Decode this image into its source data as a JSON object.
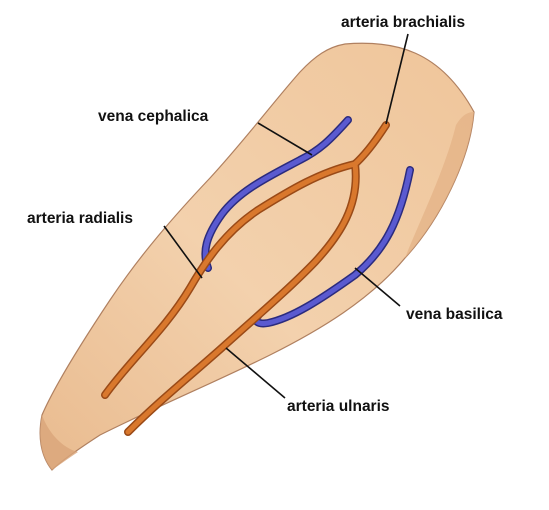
{
  "labels": {
    "arteria_brachialis": "arteria brachialis",
    "vena_cephalica": "vena cephalica",
    "arteria_radialis": "arteria radialis",
    "vena_basilica": "vena basilica",
    "arteria_ulnaris": "arteria ulnaris"
  },
  "colors": {
    "skin": "#f1cca3",
    "skin_shadow": "#e2b184",
    "skin_outline": "#b08060",
    "artery": "#d9782d",
    "artery_edge": "#9a4a17",
    "vein": "#5a5ad0",
    "vein_edge": "#2b2b7e",
    "leader": "#111111"
  }
}
